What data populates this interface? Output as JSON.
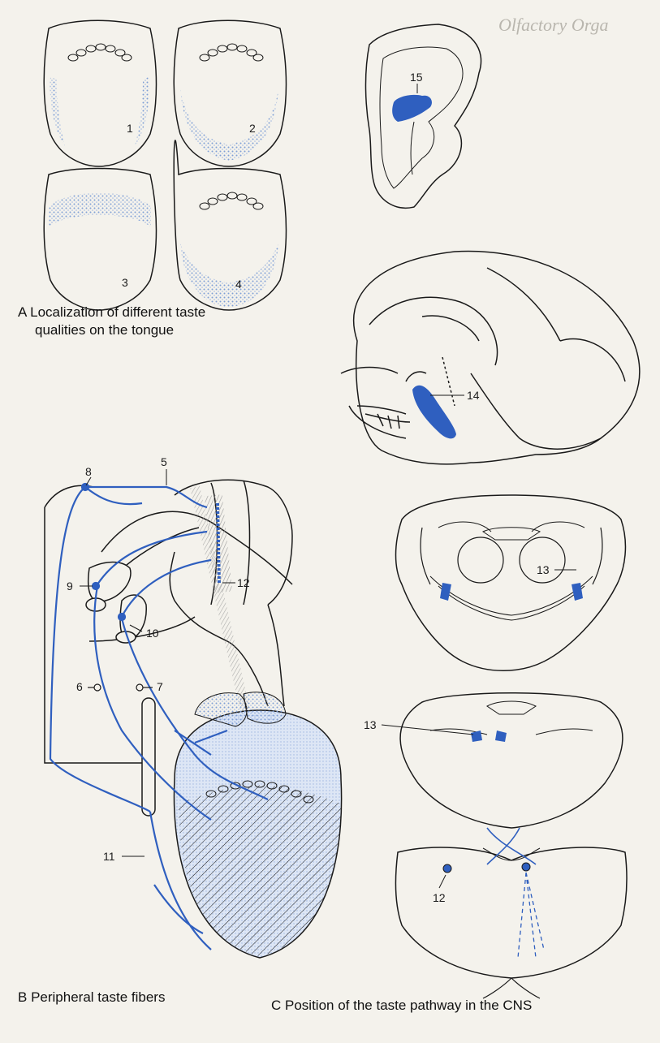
{
  "header": "Olfactory Orga",
  "panel_a": {
    "caption_letter": "A",
    "caption": "Localization of different taste qualities on the tongue",
    "caption_line1": "Localization of different taste",
    "caption_line2": "qualities on the tongue",
    "tongue_labels": [
      "1",
      "2",
      "3",
      "4"
    ]
  },
  "panel_b": {
    "caption_letter": "B",
    "caption": "Peripheral taste fibers",
    "labels": {
      "n5": "5",
      "n6": "6",
      "n7": "7",
      "n8": "8",
      "n9": "9",
      "n10": "10",
      "n11": "11",
      "n12": "12"
    }
  },
  "panel_c": {
    "caption_letter": "C",
    "caption": "Position of the taste pathway in the CNS",
    "labels": {
      "n12": "12",
      "n13a": "13",
      "n13b": "13",
      "n14": "14",
      "n15": "15"
    }
  },
  "colors": {
    "accent": "#2f5fbf",
    "line": "#1a1a1a",
    "stipple": "#8da7d8",
    "background": "#f4f2ec"
  }
}
